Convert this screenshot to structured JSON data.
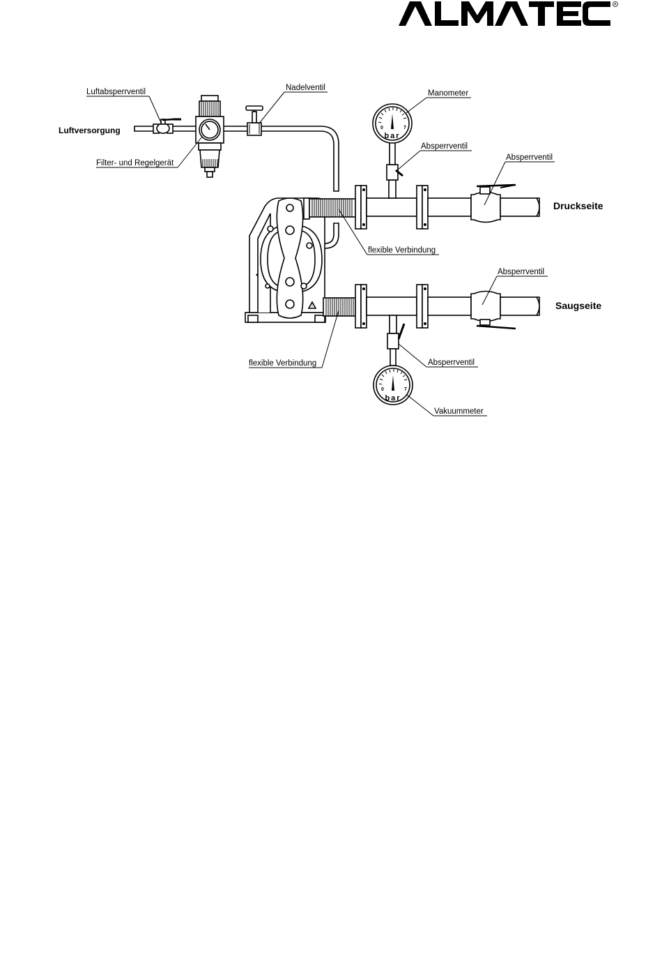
{
  "brand": {
    "logo_text": "ALMATEC",
    "registered_mark": "®"
  },
  "labels": {
    "air_shutoff_valve": "Luftabsperrventil",
    "air_supply": "Luftversorgung",
    "filter_regulator": "Filter- und Regelgerät",
    "needle_valve": "Nadelventil",
    "manometer": "Manometer",
    "shutoff_valve_manometer": "Absperrventil",
    "shutoff_valve_discharge": "Absperrventil",
    "discharge_side": "Druckseite",
    "flexible_connection_top": "flexible Verbindung",
    "shutoff_valve_suction": "Absperrventil",
    "suction_side": "Saugseite",
    "flexible_connection_bottom": "flexible Verbindung",
    "shutoff_valve_vacuum": "Absperrventil",
    "vacuum_gauge": "Vakuummeter"
  },
  "gauges": {
    "unit": "bar",
    "zero": "0",
    "max": "7"
  }
}
